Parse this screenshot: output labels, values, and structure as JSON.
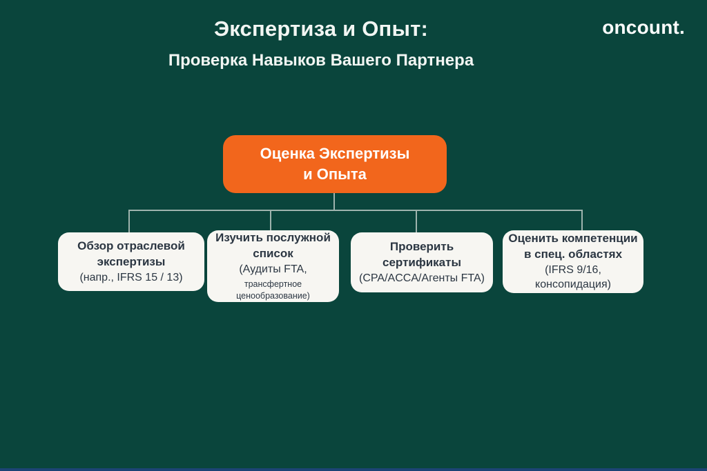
{
  "header": {
    "title_line1": "Экспертиза и Опыт:",
    "title_line2": "Проверка Навыков Вашего Партнера",
    "logo": "oncount."
  },
  "colors": {
    "background": "#0a453c",
    "accent_orange": "#f2661c",
    "card_background": "#f7f6f2",
    "card_text": "#2b3642",
    "connector": "#9fb4ae",
    "title_text": "#f2f6f3",
    "bottom_bar_blue": "#1c4475"
  },
  "diagram": {
    "root": {
      "line1": "Оценка Экспертизы",
      "line2": "и Опыта"
    },
    "children": [
      {
        "lines": {
          "l1": "Обзор отраслевой",
          "l2": "экспертизы",
          "l3": "(напр., IFRS 15 / 13)"
        }
      },
      {
        "lines": {
          "l1": "Изучить послужной",
          "l2": "список",
          "l3": "(Аудиты FTA,",
          "l4": "трансфертное ценообразование)"
        }
      },
      {
        "lines": {
          "l1": "Проверить",
          "l2": "сертификаты",
          "l3": "(CPA/ACCA/Агенты FTA)"
        }
      },
      {
        "lines": {
          "l1": "Оценить компетенции",
          "l2": "в спец. областях",
          "l3": "(IFRS 9/16, консопидация)"
        }
      }
    ]
  }
}
